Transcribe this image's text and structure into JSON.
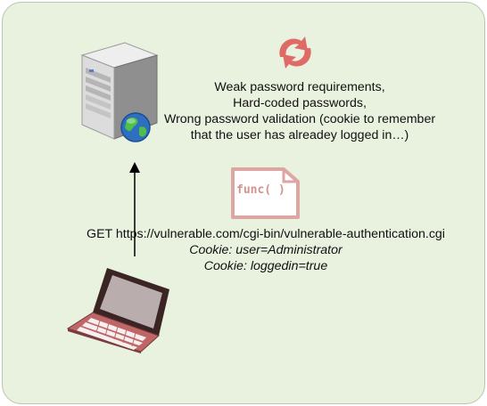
{
  "description": {
    "lines": [
      "Weak password requirements,",
      "Hard-coded passwords,",
      "Wrong password validation (cookie to remember",
      "that the user has alreadey logged in…)"
    ]
  },
  "func_icon": {
    "label": "func( )"
  },
  "request": {
    "line": "GET https://vulnerable.com/cgi-bin/vulnerable-authentication.cgi",
    "cookies": [
      "Cookie: user=Administrator",
      "Cookie: loggedin=true"
    ]
  },
  "colors": {
    "accent": "#e06a66",
    "func_pale": "#dca7a3",
    "background": "#e9f1df"
  }
}
